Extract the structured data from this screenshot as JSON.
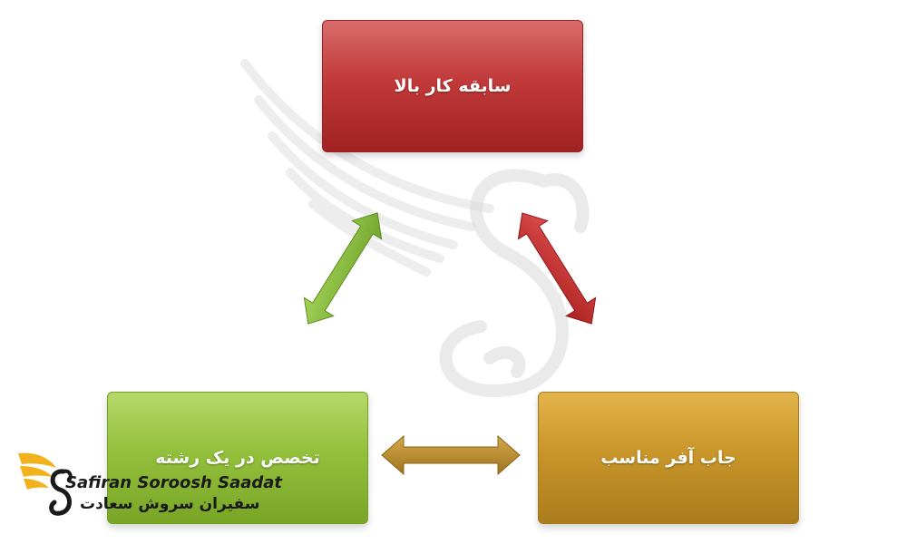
{
  "diagram": {
    "top_box": {
      "label": "سابقه کار بالا",
      "color": "#c23a3a"
    },
    "left_box": {
      "label": "تخصص در یک رشته",
      "color": "#93c03c"
    },
    "right_box": {
      "label": "جاب آفر مناسب",
      "color": "#c9962a"
    },
    "arrows": [
      {
        "from": "left_box",
        "to": "top_box",
        "color": "#8cc43c",
        "direction": "bidirectional"
      },
      {
        "from": "top_box",
        "to": "right_box",
        "color": "#c83030",
        "direction": "bidirectional"
      },
      {
        "from": "left_box",
        "to": "right_box",
        "color": "#b88a2a",
        "direction": "bidirectional"
      }
    ]
  },
  "logo": {
    "name_en": "Safiran Soroosh Saadat",
    "name_fa": "سفیران سروش سعادت",
    "icon": "winged-s-icon"
  },
  "watermark": {
    "icon": "winged-s-watermark-icon"
  }
}
